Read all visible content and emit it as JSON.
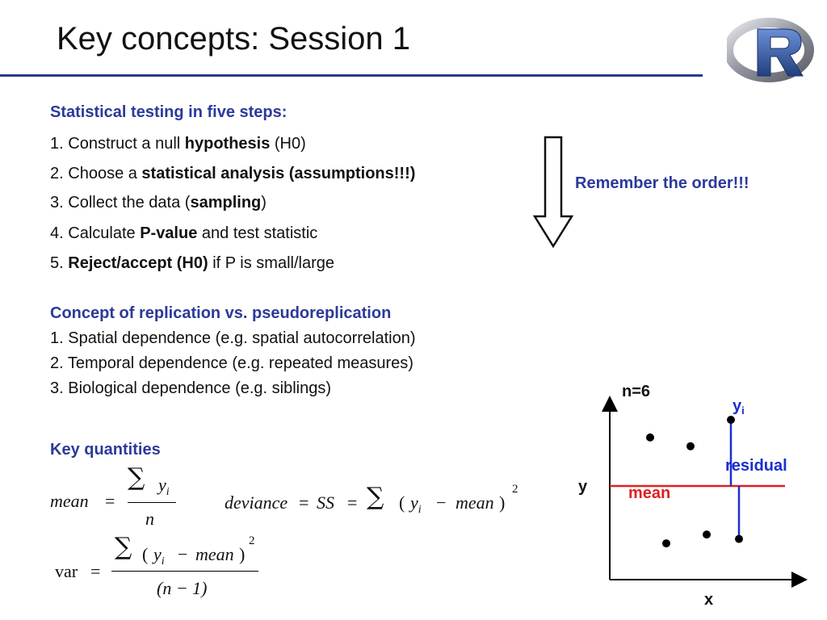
{
  "slide": {
    "title": "Key concepts: Session 1"
  },
  "steps": {
    "heading": "Statistical testing in five steps:",
    "items": [
      {
        "num": "1. ",
        "pre": "Construct a null ",
        "bold": "hypothesis",
        "post": " (H0)"
      },
      {
        "num": "2. ",
        "pre": "Choose a ",
        "bold": "statistical analysis (assumptions!!!)",
        "post": ""
      },
      {
        "num": "3. ",
        "pre": "Collect the data (",
        "bold": "sampling",
        "post": ")"
      },
      {
        "num": "4. ",
        "pre": "Calculate ",
        "bold": "P-value",
        "post": " and test statistic"
      },
      {
        "num": "5. ",
        "pre": "",
        "bold": "Reject/accept (H0)",
        "post": " if P is small/large"
      }
    ],
    "remember": "Remember the order!!!"
  },
  "replication": {
    "heading": "Concept of replication vs.  pseudoreplication",
    "items": [
      "1. Spatial dependence (e.g. spatial autocorrelation)",
      "2. Temporal dependence (e.g. repeated measures)",
      "3. Biological dependence (e.g. siblings)"
    ]
  },
  "quantities": {
    "heading": "Key quantities",
    "mean_lhs": "mean",
    "eq": "=",
    "sum": "∑",
    "y": "y",
    "i": "i",
    "n": "n",
    "deviance_lhs": "deviance",
    "ss": "SS",
    "lparen": "(",
    "rparen": ")",
    "minus": "−",
    "mean": "mean",
    "sq": "2",
    "var_lhs": "var",
    "n_minus_1": "(n − 1)"
  },
  "plot": {
    "n_label": "n=6",
    "yi_label": "y",
    "yi_sub": "i",
    "residual_label": "residual",
    "mean_label": "mean",
    "y_axis": "y",
    "x_axis": "x",
    "mean_color": "#e02020",
    "residual_color": "#1a2fd0",
    "points": [
      {
        "x": 1.0,
        "y": 2.6
      },
      {
        "x": 2.0,
        "y": 2.4
      },
      {
        "x": 3.0,
        "y": 3.0
      },
      {
        "x": 1.4,
        "y": 0.2
      },
      {
        "x": 2.4,
        "y": 0.4
      },
      {
        "x": 3.2,
        "y": 0.3
      }
    ],
    "mean_value": 1.5
  },
  "colors": {
    "heading": "#2b3a9a",
    "rule": "#2b3a8c"
  }
}
